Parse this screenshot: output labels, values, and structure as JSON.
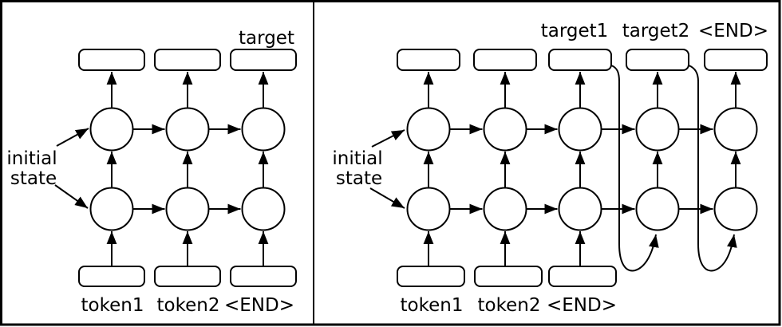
{
  "colors": {
    "stroke": "#000000",
    "background": "#ffffff"
  },
  "left_panel": {
    "columns": 3,
    "target_label": "target",
    "token_labels": [
      "token1",
      "token2",
      "<END>"
    ],
    "initial_state": [
      "initial",
      "state"
    ]
  },
  "right_panel": {
    "columns": 5,
    "target_labels": [
      "target1",
      "target2",
      "<END>"
    ],
    "token_labels": [
      "token1",
      "token2",
      "<END>"
    ],
    "initial_state": [
      "initial",
      "state"
    ]
  }
}
